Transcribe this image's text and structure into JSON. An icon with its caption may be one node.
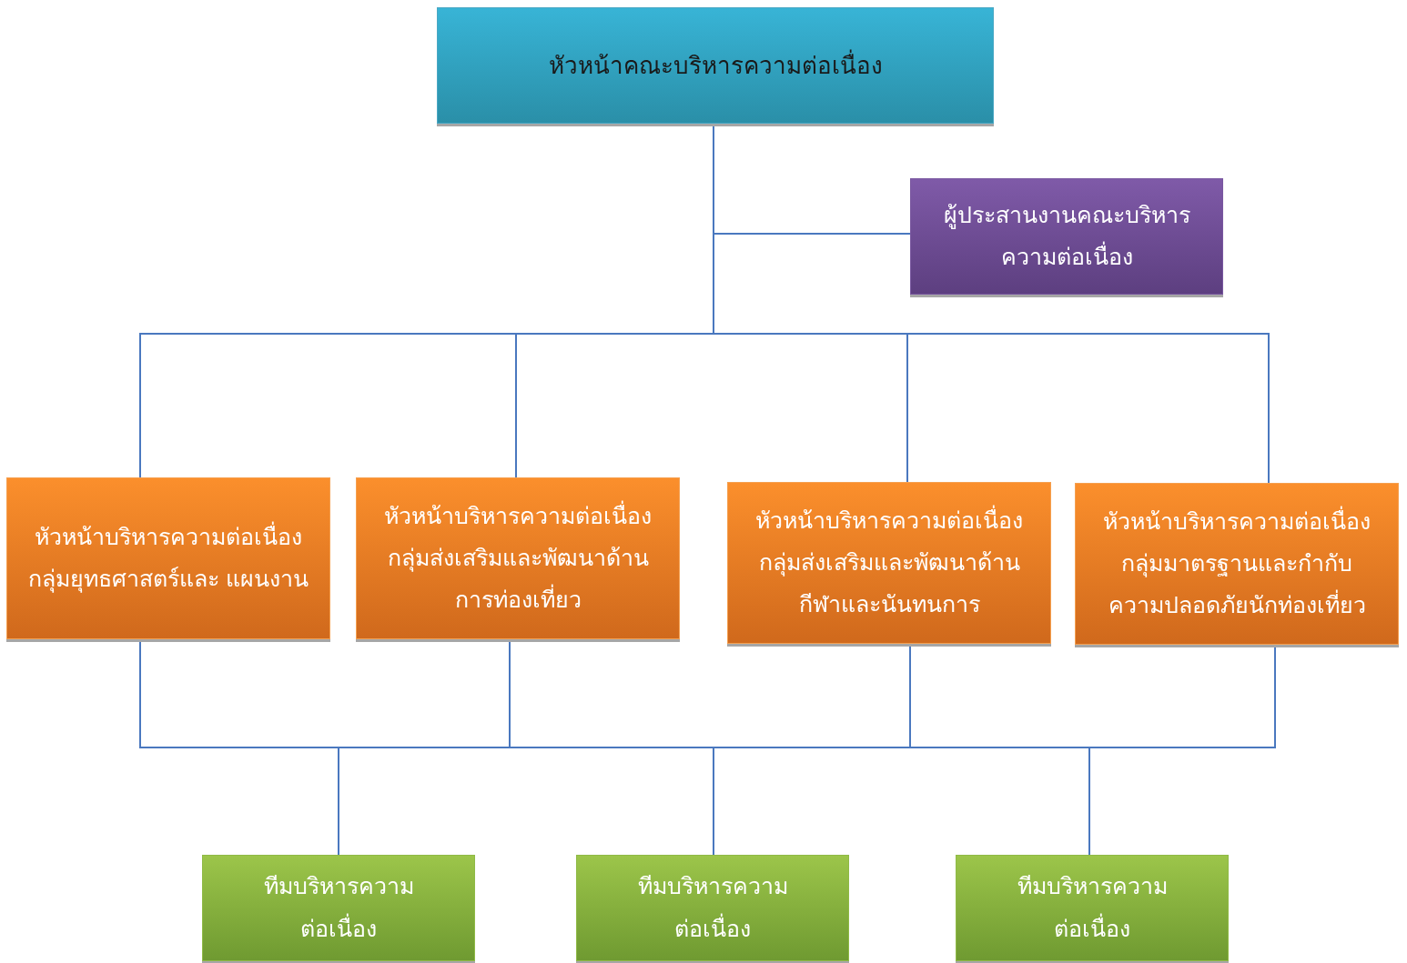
{
  "diagram": {
    "nodes": [
      {
        "text": [
          "หัวหน้าคณะบริหารความต่อเนื่อง"
        ]
      },
      {
        "text": [
          "ผู้ประสานงานคณะบริหาร ความต่อเนื่อง"
        ]
      },
      {
        "text": [
          "หัวหน้าบริหารความต่อเนื่อง กลุ่มยุทธศาสตร์และ แผนงาน"
        ]
      },
      {
        "text": [
          "หัวหน้าบริหารความต่อเนื่อง กลุ่มส่งเสริมและพัฒนาด้าน การท่องเที่ยว"
        ]
      },
      {
        "text": [
          "หัวหน้าบริหารความต่อเนื่อง กลุ่มส่งเสริมและพัฒนาด้าน กีฬาและนันทนการ"
        ]
      },
      {
        "text": [
          "หัวหน้าบริหารความต่อเนื่อง กลุ่มมาตรฐานและกำกับ ความปลอดภัยนักท่องเที่ยว"
        ]
      },
      {
        "text": [
          "ทีมบริหารความ ต่อเนื่อง"
        ]
      },
      {
        "text": [
          "ทีมบริหารความ ต่อเนื่อง"
        ]
      },
      {
        "text": [
          "ทีมบริหารความ ต่อเนื่อง"
        ]
      }
    ],
    "edges": [
      {
        "from": 0,
        "to": 1,
        "arrow": "none"
      },
      {
        "from": 0,
        "to": 2,
        "arrow": "none"
      },
      {
        "from": 0,
        "to": 3,
        "arrow": "none"
      },
      {
        "from": 0,
        "to": 4,
        "arrow": "none"
      },
      {
        "from": 0,
        "to": 5,
        "arrow": "none"
      },
      {
        "from": 2,
        "to": 6,
        "arrow": "none"
      },
      {
        "from": 2,
        "to": 7,
        "arrow": "none"
      },
      {
        "from": 2,
        "to": 8,
        "arrow": "none"
      },
      {
        "from": 3,
        "to": 6,
        "arrow": "none"
      },
      {
        "from": 3,
        "to": 7,
        "arrow": "none"
      },
      {
        "from": 3,
        "to": 8,
        "arrow": "none"
      },
      {
        "from": 4,
        "to": 6,
        "arrow": "none"
      },
      {
        "from": 4,
        "to": 7,
        "arrow": "none"
      },
      {
        "from": 4,
        "to": 8,
        "arrow": "none"
      },
      {
        "from": 5,
        "to": 6,
        "arrow": "none"
      },
      {
        "from": 5,
        "to": 7,
        "arrow": "none"
      },
      {
        "from": 5,
        "to": 8,
        "arrow": "none"
      }
    ]
  }
}
